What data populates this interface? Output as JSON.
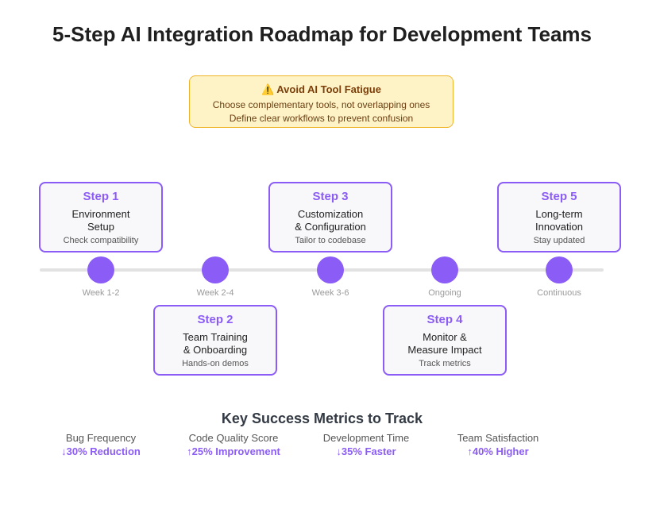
{
  "title": "5-Step AI Integration Roadmap for Development Teams",
  "warning": {
    "icon": "warning-icon",
    "title": "Avoid AI Tool Fatigue",
    "lines": [
      "Choose complementary tools, not overlapping ones",
      "Define clear workflows to prevent confusion"
    ]
  },
  "steps": [
    {
      "number": "Step 1",
      "title": "Environment\nSetup",
      "detail": "Check compatibility",
      "period": "Week 1-2"
    },
    {
      "number": "Step 2",
      "title": "Team Training\n& Onboarding",
      "detail": "Hands-on demos",
      "period": "Week 2-4"
    },
    {
      "number": "Step 3",
      "title": "Customization\n& Configuration",
      "detail": "Tailor to codebase",
      "period": "Week 3-6"
    },
    {
      "number": "Step 4",
      "title": "Monitor &\nMeasure Impact",
      "detail": "Track metrics",
      "period": "Ongoing"
    },
    {
      "number": "Step 5",
      "title": "Long-term\nInnovation",
      "detail": "Stay updated",
      "period": "Continuous"
    }
  ],
  "metrics": {
    "title": "Key Success Metrics to Track",
    "items": [
      {
        "label": "Bug Frequency",
        "value": "↓30% Reduction"
      },
      {
        "label": "Code Quality Score",
        "value": "↑25% Improvement"
      },
      {
        "label": "Development Time",
        "value": "↓35% Faster"
      },
      {
        "label": "Team Satisfaction",
        "value": "↑40% Higher"
      }
    ]
  },
  "colors": {
    "accent": "#8b5cf6",
    "warning_bg": "#fef3c7",
    "warning_border": "#f0b429"
  }
}
